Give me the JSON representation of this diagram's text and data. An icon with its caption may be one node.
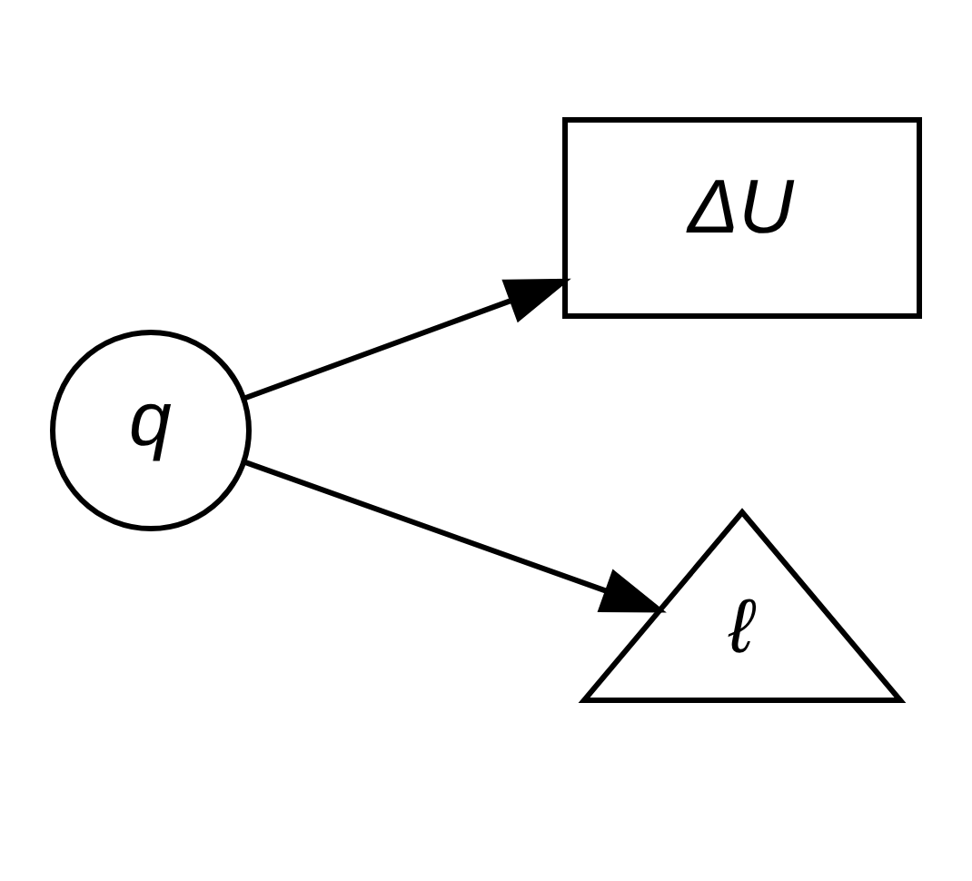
{
  "diagram": {
    "nodes": [
      {
        "text": [
          "q"
        ]
      },
      {
        "text": [
          "ΔU"
        ]
      },
      {
        "text": [
          "ℓ"
        ]
      }
    ],
    "edges": [
      {
        "from": 0,
        "to": 1,
        "arrow": "to"
      },
      {
        "from": 0,
        "to": 2,
        "arrow": "to"
      }
    ]
  }
}
